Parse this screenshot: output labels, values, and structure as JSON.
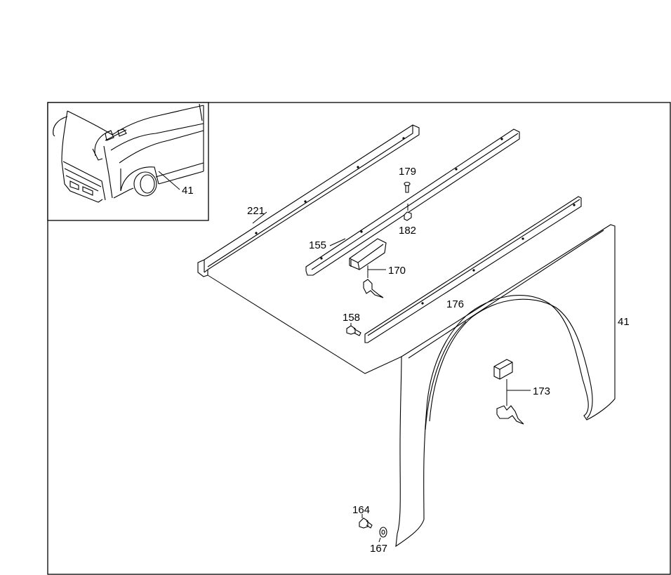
{
  "callouts": {
    "inset_41": "41",
    "p221": "221",
    "p179": "179",
    "p182": "182",
    "p155": "155",
    "p170": "170",
    "p176": "176",
    "p158": "158",
    "p41": "41",
    "p173": "173",
    "p164": "164",
    "p167": "167"
  },
  "colors": {
    "line": "#000000",
    "background": "#ffffff"
  }
}
